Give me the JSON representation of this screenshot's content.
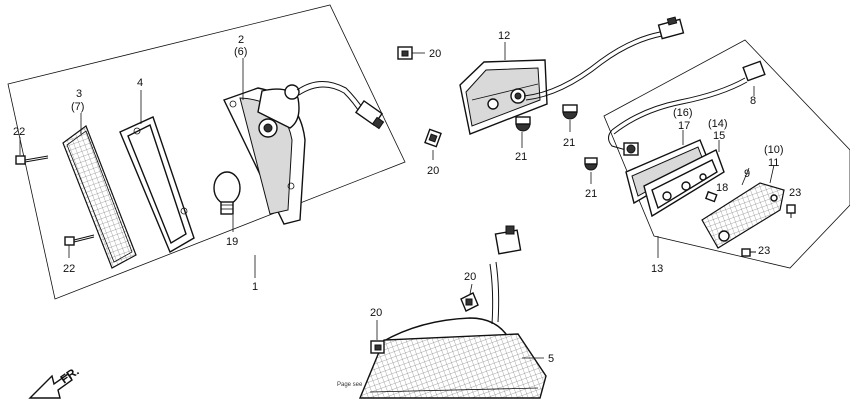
{
  "labels": [
    {
      "text": "2"
    },
    {
      "text": "(6)"
    },
    {
      "text": "3"
    },
    {
      "text": "(7)"
    },
    {
      "text": "4"
    },
    {
      "text": "22"
    },
    {
      "text": "22"
    },
    {
      "text": "19"
    },
    {
      "text": "1"
    },
    {
      "text": "20"
    },
    {
      "text": "20"
    },
    {
      "text": "12"
    },
    {
      "text": "21"
    },
    {
      "text": "21"
    },
    {
      "text": "8"
    },
    {
      "text": "(16)"
    },
    {
      "text": "17"
    },
    {
      "text": "(14)"
    },
    {
      "text": "15"
    },
    {
      "text": "21"
    },
    {
      "text": "(10)"
    },
    {
      "text": "11"
    },
    {
      "text": "9"
    },
    {
      "text": "18"
    },
    {
      "text": "23"
    },
    {
      "text": "23"
    },
    {
      "text": "13"
    },
    {
      "text": "20"
    },
    {
      "text": "20"
    },
    {
      "text": "5"
    }
  ],
  "direction_arrow": {
    "text": "FR."
  },
  "footnote": {
    "text": "Page see"
  }
}
